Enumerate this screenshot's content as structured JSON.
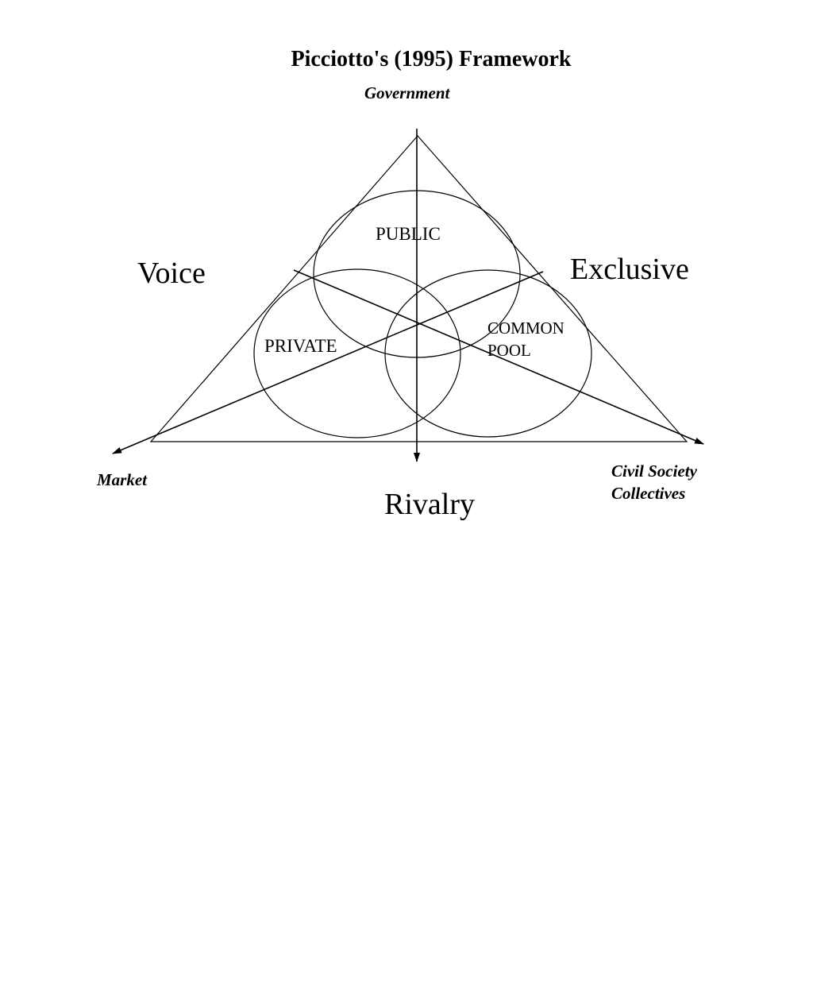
{
  "title": "Picciotto's (1995) Framework",
  "vertices": {
    "top": "Government",
    "left": "Market",
    "right_line1": "Civil Society",
    "right_line2": "Collectives"
  },
  "axes": {
    "voice": "Voice",
    "exclusive": "Exclusive",
    "rivalry": "Rivalry"
  },
  "regions": {
    "public": "PUBLIC",
    "private": "PRIVATE",
    "common_pool_line1": "COMMON",
    "common_pool_line2": "POOL"
  }
}
